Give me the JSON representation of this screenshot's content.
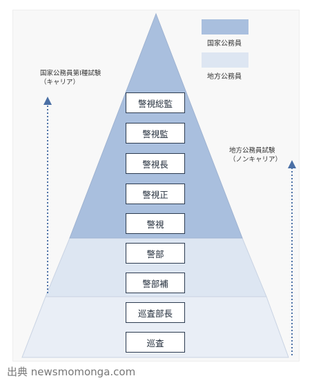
{
  "legend": [
    {
      "label": "国家公務員",
      "color": "#a9bfde"
    },
    {
      "label": "地方公務員",
      "color": "#dde6f2"
    }
  ],
  "left_label": {
    "line1": "国家公務員第Ⅰ種試験",
    "line2": "（キャリア）"
  },
  "right_label": {
    "line1": "地方公務員試験",
    "line2": "（ノンキャリア）"
  },
  "ranks": [
    "警視総監",
    "警視監",
    "警視長",
    "警視正",
    "警視",
    "警部",
    "警部補",
    "巡査部長",
    "巡査"
  ],
  "caption": "出典 newsmomonga.com",
  "colors": {
    "national": "#a9bfde",
    "local_mid": "#dde6f2",
    "local_base": "#e9eef6",
    "arrow": "#4a6fa5",
    "box_border": "#2b3a4f"
  }
}
